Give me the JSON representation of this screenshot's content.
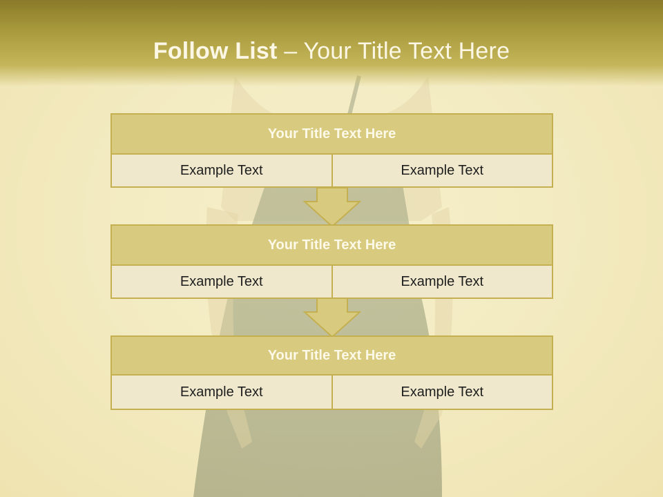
{
  "slide": {
    "title_bold": "Follow List",
    "title_rest": " – Your Title Text Here"
  },
  "blocks": [
    {
      "title": "Your Title Text Here",
      "left": "Example Text",
      "right": "Example Text"
    },
    {
      "title": "Your Title Text Here",
      "left": "Example Text",
      "right": "Example Text"
    },
    {
      "title": "Your Title Text Here",
      "left": "Example Text",
      "right": "Example Text"
    }
  ],
  "colors": {
    "header_gold": "#a89a3c",
    "box_fill": "#d8ca7e",
    "box_border": "#c4b050",
    "background": "#f3ebc2"
  }
}
